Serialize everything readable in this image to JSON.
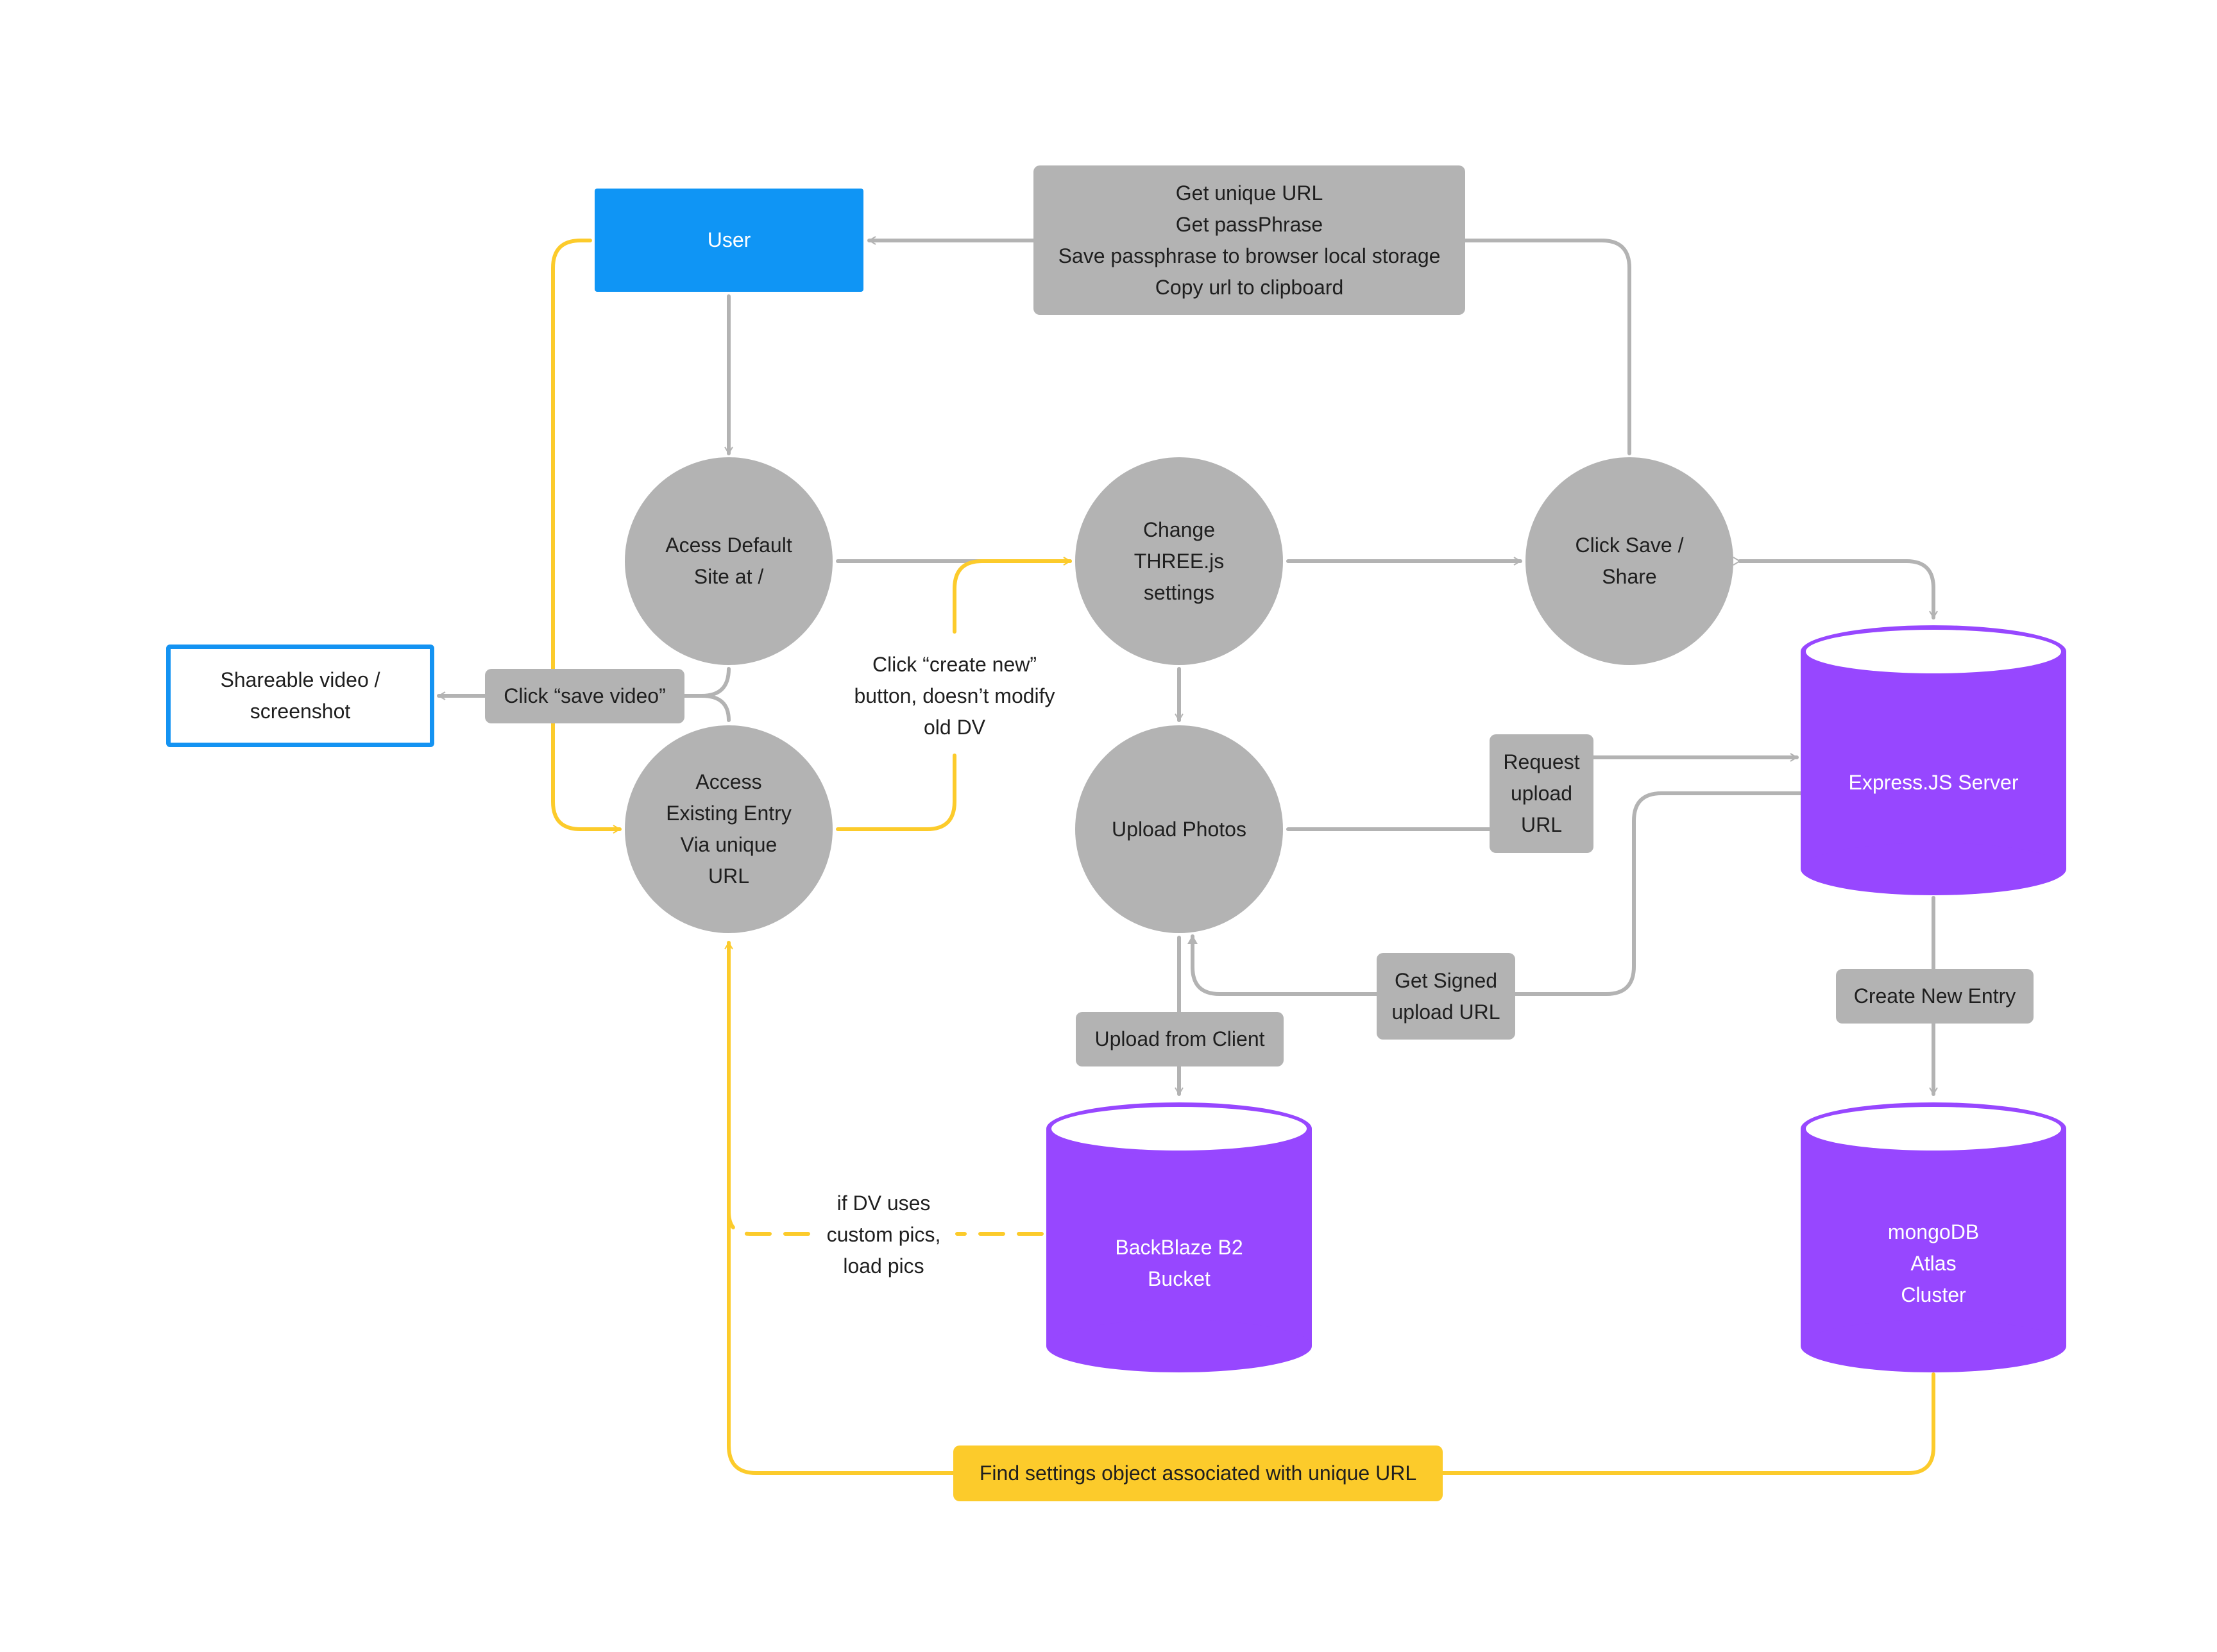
{
  "colors": {
    "user_fill": "#0f95f5",
    "outline_blue": "#1493f2",
    "node_gray": "#b3b3b3",
    "connector_gray": "#b3b3b3",
    "highlight_yellow": "#fccb2b",
    "database_purple": "#9747ff",
    "database_top": "#ffffff"
  },
  "nodes": {
    "user": "User",
    "access_default": "Acess Default\nSite at /",
    "change_settings": "Change\nTHREE.js\nsettings",
    "click_save": "Click Save /\nShare",
    "access_existing": "Access\nExisting Entry\nVia unique\nURL",
    "upload_photos": "Upload Photos",
    "shareable_output": "Shareable video /\nscreenshot"
  },
  "databases": {
    "express": "Express.JS Server",
    "backblaze": "BackBlaze B2\nBucket",
    "mongodb": "mongoDB\nAtlas\nCluster"
  },
  "edge_labels": {
    "save_response": "Get unique URL\nGet passPhrase\nSave passphrase to browser local storage\nCopy url to clipboard",
    "save_video": "Click “save video”",
    "create_new": "Click “create new”\nbutton, doesn’t modify\nold DV",
    "request_upload": "Request\nupload\nURL",
    "signed_upload": "Get Signed\nupload URL",
    "upload_client": "Upload from Client",
    "create_entry": "Create New Entry",
    "custom_pics": "if DV uses\ncustom pics,\nload pics",
    "find_settings": "Find settings object associated with unique URL"
  },
  "icons": {
    "arrowhead": "chevron-arrow-icon"
  }
}
